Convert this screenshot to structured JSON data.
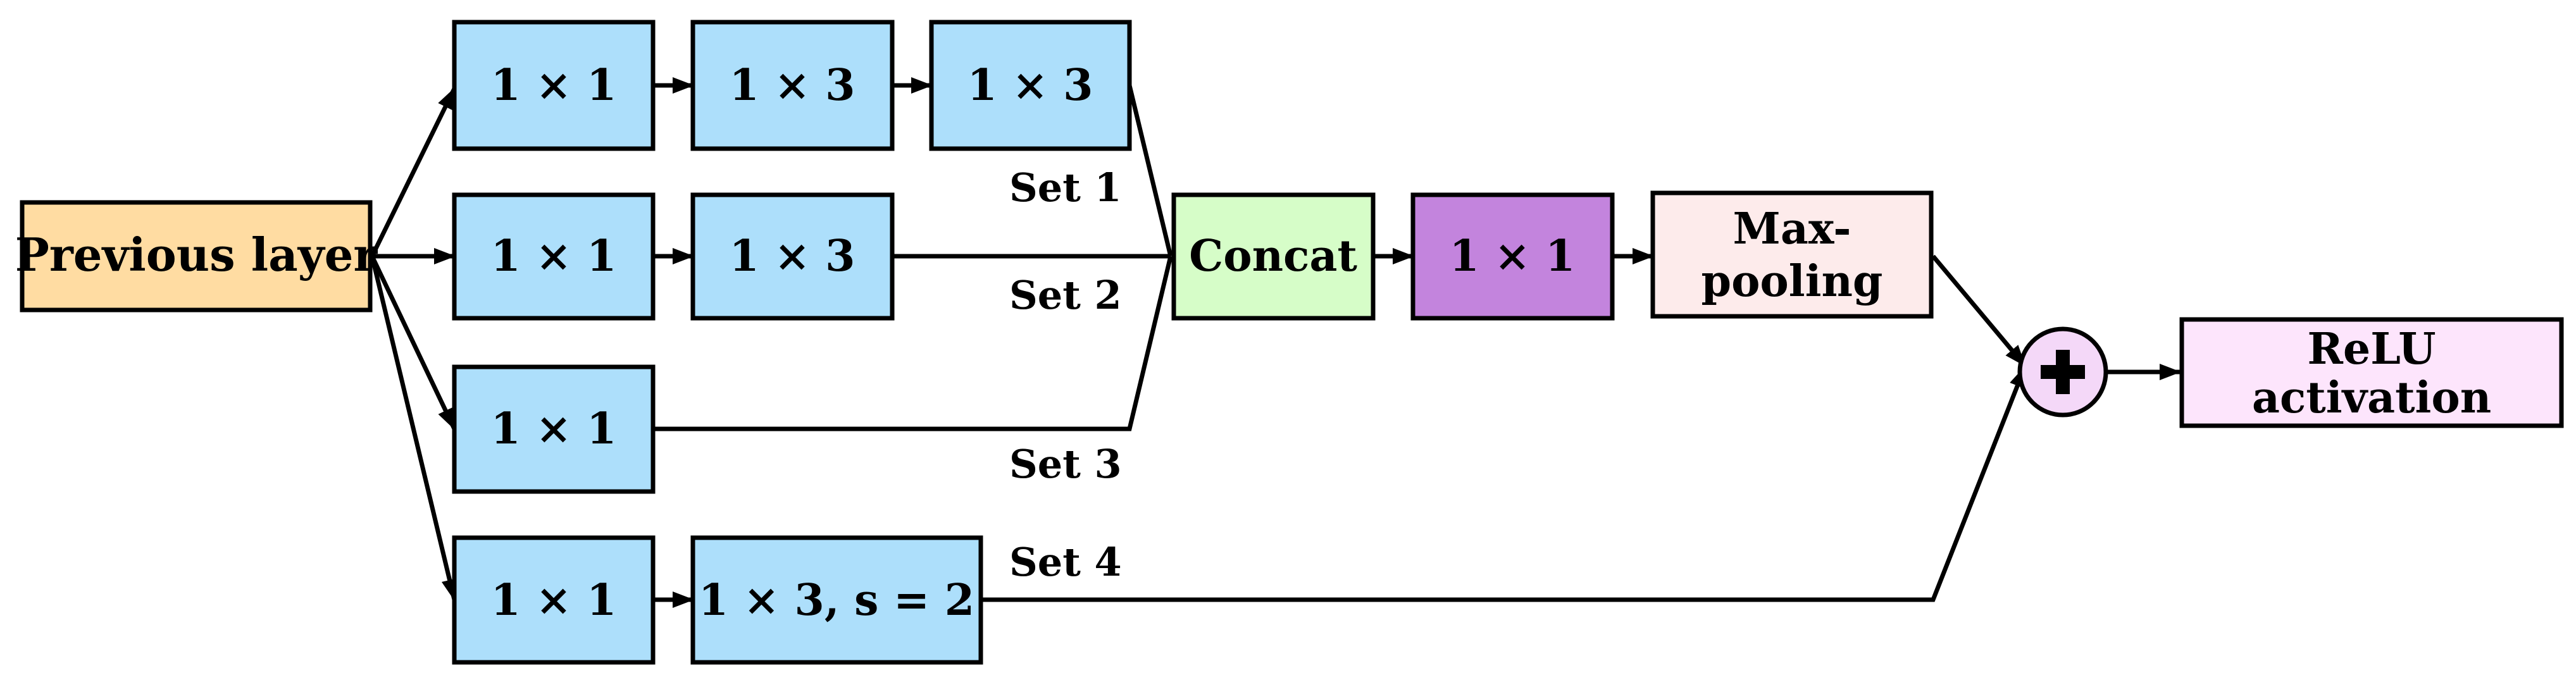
{
  "nodes": {
    "previous_layer": {
      "label": "Previous layer"
    },
    "s1_conv1": {
      "label": "1 × 1"
    },
    "s1_conv2": {
      "label": "1 × 3"
    },
    "s1_conv3": {
      "label": "1 × 3"
    },
    "s2_conv1": {
      "label": "1 × 1"
    },
    "s2_conv2": {
      "label": "1 × 3"
    },
    "s3_conv1": {
      "label": "1 × 1"
    },
    "s4_conv1": {
      "label": "1 × 1"
    },
    "s4_conv2": {
      "label": "1 × 3, s = 2"
    },
    "concat": {
      "label": "Concat"
    },
    "conv_after_concat": {
      "label": "1 × 1"
    },
    "maxpool": {
      "line1": "Max-",
      "line2": "pooling"
    },
    "relu": {
      "line1": "ReLU",
      "line2": "activation"
    },
    "add": {
      "symbol": "+"
    }
  },
  "sets": {
    "set1": "Set 1",
    "set2": "Set 2",
    "set3": "Set 3",
    "set4": "Set 4"
  },
  "colors": {
    "previous_layer": "#FFDCA2",
    "conv": "#ADDFFB",
    "concat": "#D6FDC8",
    "conv_purple": "#C384DD",
    "maxpool": "#FDEBEB",
    "relu": "#FDE5FC",
    "add": "#F4D8F8"
  }
}
